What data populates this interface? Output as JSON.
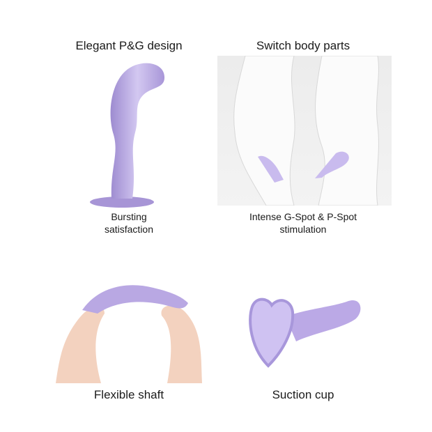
{
  "panels": [
    {
      "title": "Elegant P&G design",
      "subtitle_line1": "Bursting",
      "subtitle_line2": "satisfaction",
      "image": "purple-curved-product-standing"
    },
    {
      "title": "Switch body parts",
      "subtitle_line1": "Intense G-Spot & P-Spot",
      "subtitle_line2": "stimulation",
      "image": "two-body-silhouettes-with-product"
    },
    {
      "title": "Flexible shaft",
      "image": "hands-bending-product"
    },
    {
      "title": "Suction cup",
      "image": "product-heart-shaped-suction-base"
    }
  ],
  "colors": {
    "product": "#b7a6e0",
    "background": "#ffffff",
    "text": "#1a1a1a"
  }
}
